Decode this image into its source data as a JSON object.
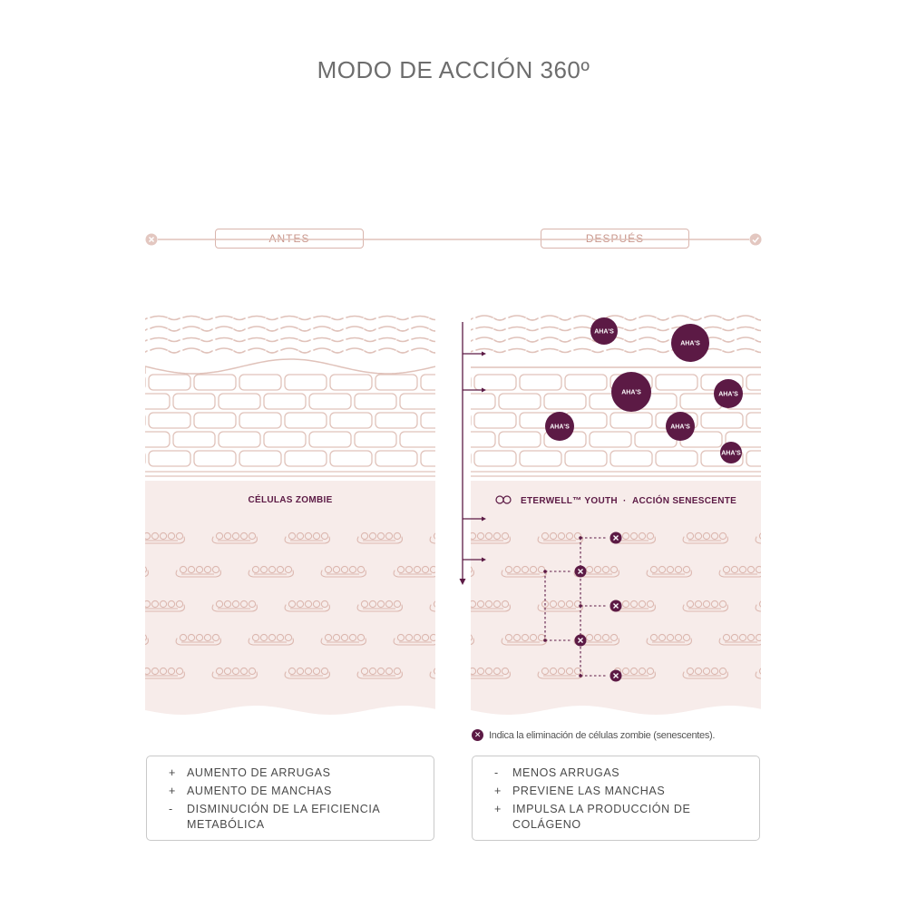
{
  "title": "MODO DE ACCIÓN 360º",
  "timeline": {
    "before_label": "ANTES",
    "after_label": "DESPUÉS"
  },
  "before_panel": {
    "label": "CÉLULAS ZOMBIE"
  },
  "after_panel": {
    "label_brand": "ETERWELL™ YOUTH",
    "label_separator": "·",
    "label_action": "ACCIÓN SENESCENTE",
    "aha_label": "AHA'S"
  },
  "legend": {
    "text": "Indica la eliminación de células zombie (senescentes)."
  },
  "before_effects": [
    {
      "sign": "+",
      "text": "AUMENTO DE ARRUGAS"
    },
    {
      "sign": "+",
      "text": "AUMENTO DE MANCHAS"
    },
    {
      "sign": "-",
      "text": "DISMINUCIÓN DE LA EFICIENCIA METABÓLICA"
    }
  ],
  "after_effects": [
    {
      "sign": "-",
      "text": "MENOS ARRUGAS"
    },
    {
      "sign": "+",
      "text": "PREVIENE LAS MANCHAS"
    },
    {
      "sign": "+",
      "text": "IMPULSA LA PRODUCCIÓN DE COLÁGENO"
    }
  ],
  "colors": {
    "accent": "#5c1a45",
    "skin_line": "#e0c2ba",
    "dermis_bg": "#f7ecea",
    "pill_border": "#d9b5ad"
  }
}
